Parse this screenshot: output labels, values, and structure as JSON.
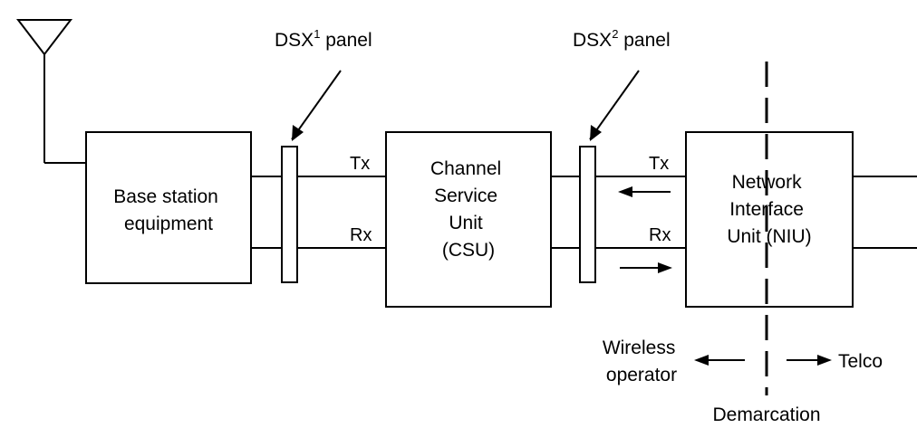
{
  "colors": {
    "line": "#000000",
    "background": "#ffffff"
  },
  "icons": {
    "antenna": "antenna-icon"
  },
  "labels": {
    "dsx1_prefix": "DSX",
    "dsx1_sup": "1",
    "dsx1_suffix": " panel",
    "dsx2_prefix": "DSX",
    "dsx2_sup": "2",
    "dsx2_suffix": " panel",
    "tx_left": "Tx",
    "rx_left": "Rx",
    "tx_right": "Tx",
    "rx_right": "Rx",
    "wireless_line1": "Wireless",
    "wireless_line2": "operator",
    "telco": "Telco",
    "demarcation": "Demarcation"
  },
  "blocks": {
    "base_station": [
      "Base station",
      "equipment"
    ],
    "csu": [
      "Channel",
      "Service",
      "Unit",
      "(CSU)"
    ],
    "niu": [
      "Network",
      "Interface",
      "Unit (NIU)"
    ]
  }
}
